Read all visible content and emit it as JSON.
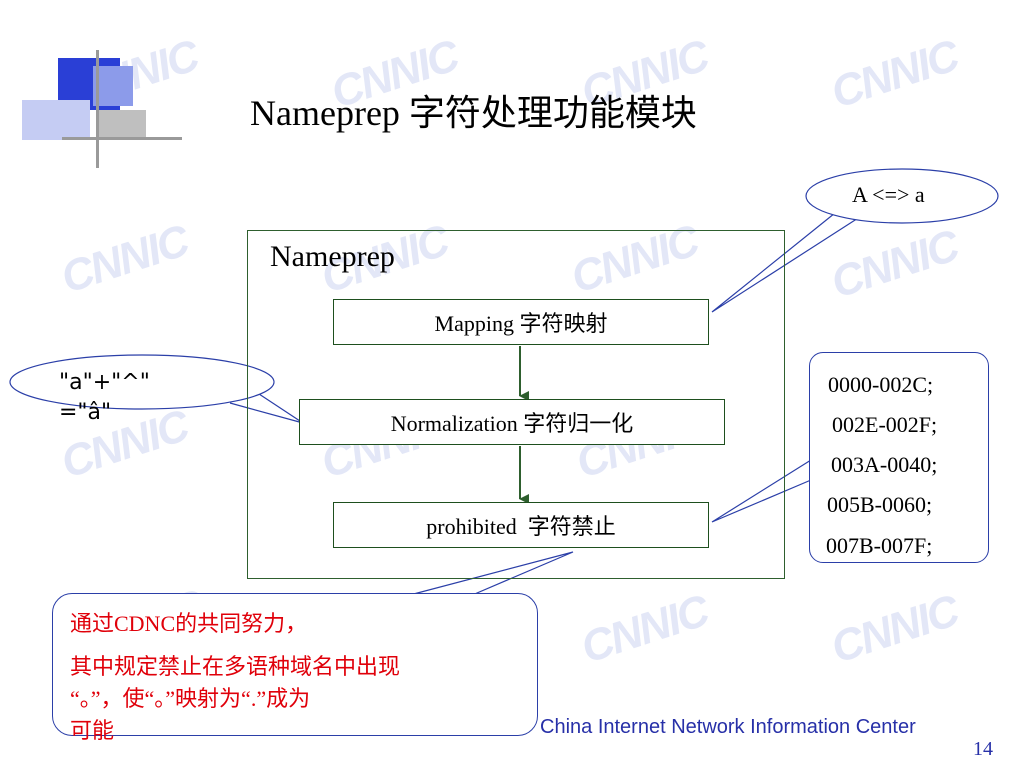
{
  "slide": {
    "title": "Nameprep 字符处理功能模块",
    "frame_label": "Nameprep",
    "steps": [
      {
        "label": "Mapping 字符映射"
      },
      {
        "label": "Normalization 字符归一化"
      },
      {
        "label": "prohibited  字符禁止"
      }
    ],
    "callout_mapping": "A <=> a",
    "callout_normalization": {
      "line1": "\"a\"+\"^\"",
      "line2": "=\"â\""
    },
    "prohibited_ranges": [
      "0000-002C;",
      "002E-002F;",
      "003A-0040;",
      "005B-0060;",
      "007B-007F;"
    ],
    "note": [
      "通过CDNC的共同努力，",
      "其中规定禁止在多语种域名中出现",
      "“。”，使“。”映射为“.”成为",
      "可能"
    ],
    "footer": "China Internet Network Information Center",
    "page_number": "14",
    "watermark": "CNNIC",
    "colors": {
      "accent_blue": "#2b3fa8",
      "footer_blue": "#2730a8",
      "note_red": "#e0000a",
      "frame_green": "#2e5f2e",
      "watermark": "#e3e7f7"
    }
  }
}
